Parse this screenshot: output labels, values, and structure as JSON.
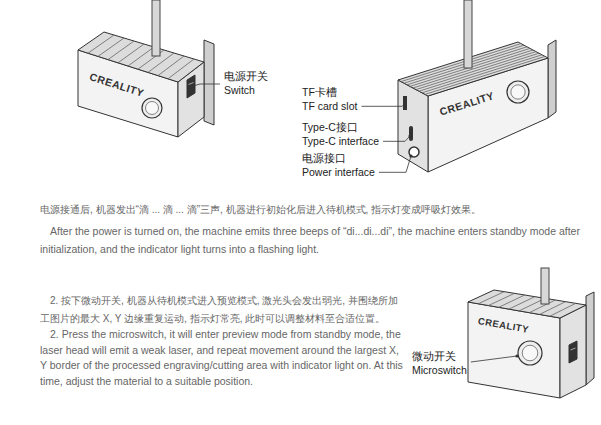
{
  "diagram": {
    "labels": [
      "CREALITY",
      "电源开关",
      "Switch",
      "TF卡槽",
      "TF card slot",
      "CREALITY",
      "Type-C接口",
      "Type-C interface",
      "电源接口",
      "Power interface",
      "电源接通后, 机器发出“滴 ... 滴 ... 滴”三声, 机器进行初始化后进入待机模式, 指示灯变成呼吸灯效果。",
      "After the power is turned on, the machine emits three beeps of “di...di...di”, the machine enters standby mode after initialization, and the indicator light turns into a flashing light.",
      "2. 按下微动开关, 机器从待机模式进入预览模式, 激光头会发出弱光, 并围绕所加工图片的最大 X, Y 边缘重复运动, 指示灯常亮, 此时可以调整材料至合适位置。",
      "2. Press the microswitch, it will enter preview mode from standby mode, the laser head will emit a weak laser, and repeat movement around the largest X, Y border of the processed engraving/cutting area with indicator light on. At this time, adjust the material to a suitable position.",
      "CREALITY",
      "微动开关",
      "Microswitch"
    ]
  }
}
